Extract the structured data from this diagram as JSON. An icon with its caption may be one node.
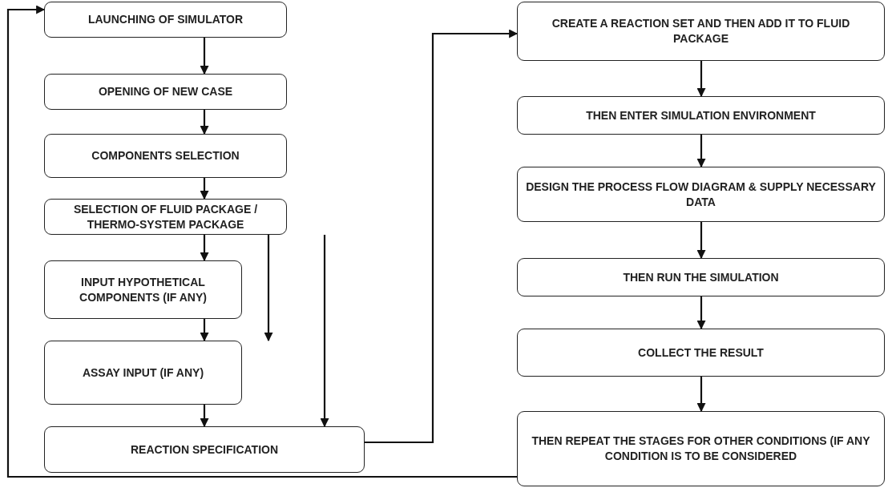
{
  "diagram": {
    "nodes": [
      {
        "text": [
          "LAUNCHING OF SIMULATOR"
        ]
      },
      {
        "text": [
          "OPENING OF NEW CASE"
        ]
      },
      {
        "text": [
          "COMPONENTS SELECTION"
        ]
      },
      {
        "text": [
          "SELECTION OF FLUID PACKAGE / THERMO-SYSTEM PACKAGE"
        ]
      },
      {
        "text": [
          "INPUT HYPOTHETICAL COMPONENTS (IF ANY)"
        ]
      },
      {
        "text": [
          "ASSAY INPUT (IF ANY)"
        ]
      },
      {
        "text": [
          "REACTION SPECIFICATION"
        ]
      },
      {
        "text": [
          "CREATE A REACTION SET AND THEN ADD IT TO FLUID PACKAGE"
        ]
      },
      {
        "text": [
          "THEN ENTER SIMULATION ENVIRONMENT"
        ]
      },
      {
        "text": [
          "DESIGN THE PROCESS FLOW DIAGRAM & SUPPLY NECESSARY DATA"
        ]
      },
      {
        "text": [
          "THEN RUN THE SIMULATION"
        ]
      },
      {
        "text": [
          "COLLECT THE RESULT"
        ]
      },
      {
        "text": [
          "THEN REPEAT THE STAGES FOR OTHER CONDITIONS (IF ANY CONDITION IS TO BE CONSIDERED"
        ]
      }
    ],
    "edges": [
      {
        "from": 0,
        "to": 1,
        "arrow": "to"
      },
      {
        "from": 1,
        "to": 2,
        "arrow": "to"
      },
      {
        "from": 2,
        "to": 3,
        "arrow": "to"
      },
      {
        "from": 3,
        "to": 4,
        "arrow": "to"
      },
      {
        "from": 4,
        "to": 5,
        "arrow": "to"
      },
      {
        "from": 5,
        "to": 6,
        "arrow": "to"
      },
      {
        "from": 3,
        "to": 5,
        "arrow": "to"
      },
      {
        "from": 3,
        "to": 6,
        "arrow": "to"
      },
      {
        "from": 6,
        "to": 7,
        "arrow": "to"
      },
      {
        "from": 7,
        "to": 8,
        "arrow": "to"
      },
      {
        "from": 8,
        "to": 9,
        "arrow": "to"
      },
      {
        "from": 9,
        "to": 10,
        "arrow": "to"
      },
      {
        "from": 10,
        "to": 11,
        "arrow": "to"
      },
      {
        "from": 11,
        "to": 12,
        "arrow": "to"
      },
      {
        "from": 12,
        "to": 0,
        "arrow": "to"
      }
    ]
  }
}
